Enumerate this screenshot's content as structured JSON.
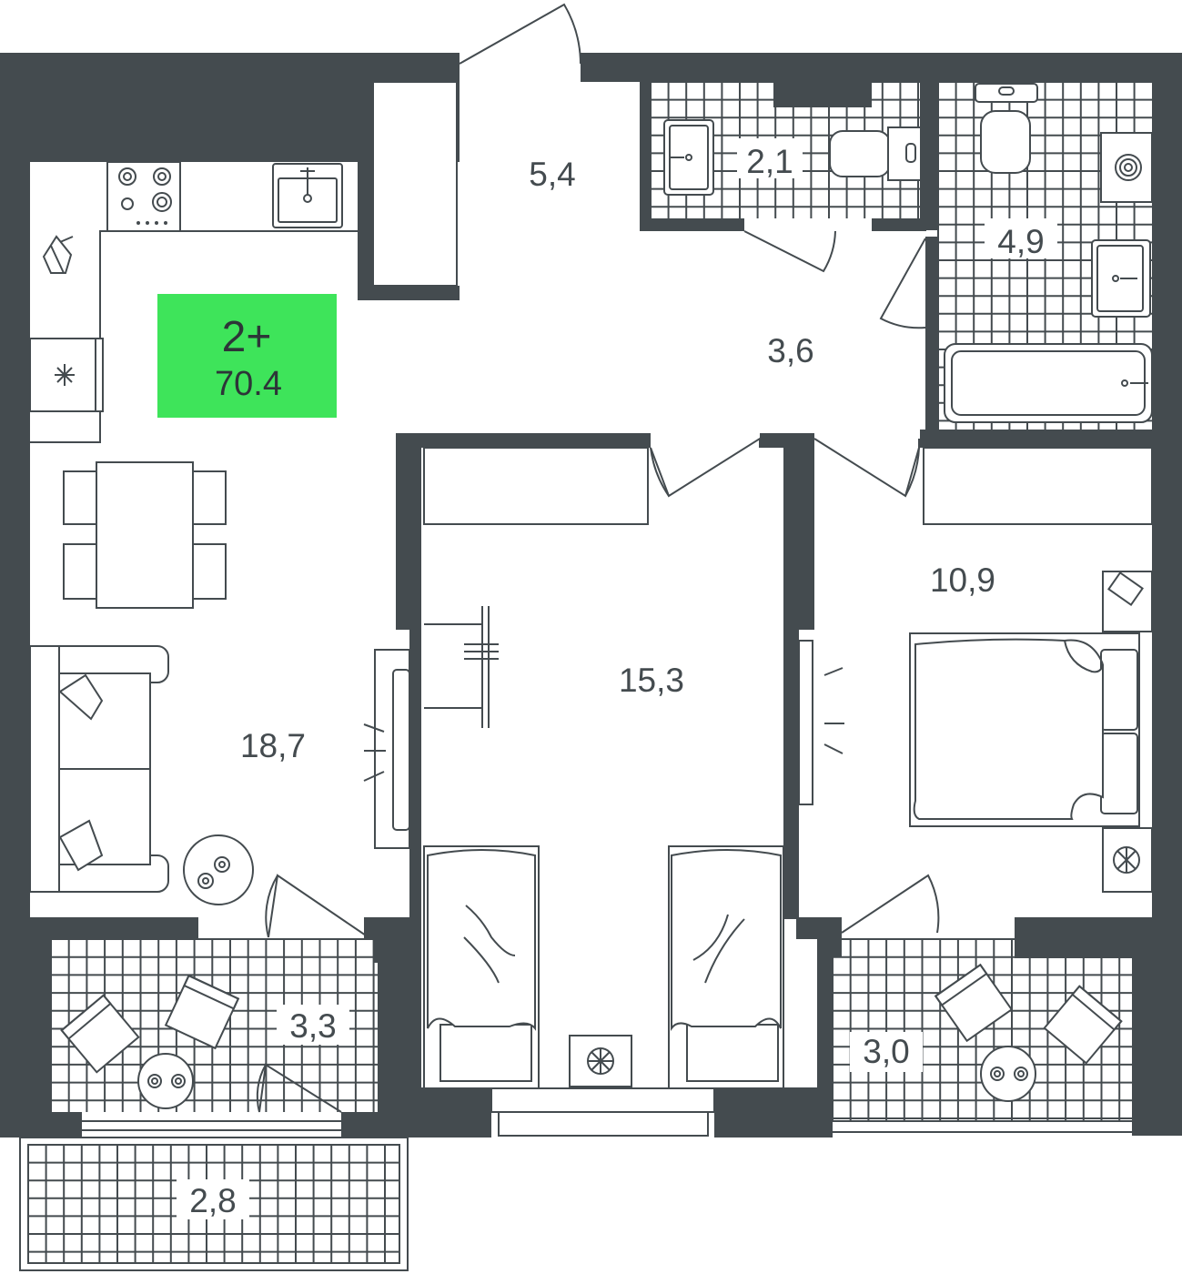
{
  "plan": {
    "badge": {
      "type": "2+",
      "area": "70.4",
      "color": "#3ee45a"
    },
    "colors": {
      "wall": "#444b4f",
      "line": "#444b4f",
      "background": "#ffffff"
    },
    "rooms": [
      {
        "id": "living-kitchen",
        "area": "18,7"
      },
      {
        "id": "bedroom-large",
        "area": "15,3"
      },
      {
        "id": "bedroom-small",
        "area": "10,9"
      },
      {
        "id": "entrance-hall",
        "area": "5,4"
      },
      {
        "id": "corridor",
        "area": "3,6"
      },
      {
        "id": "toilet",
        "area": "2,1"
      },
      {
        "id": "bathroom",
        "area": "4,9"
      },
      {
        "id": "loggia-left",
        "area": "3,3"
      },
      {
        "id": "loggia-right",
        "area": "3,0"
      },
      {
        "id": "balcony",
        "area": "2,8"
      }
    ]
  }
}
